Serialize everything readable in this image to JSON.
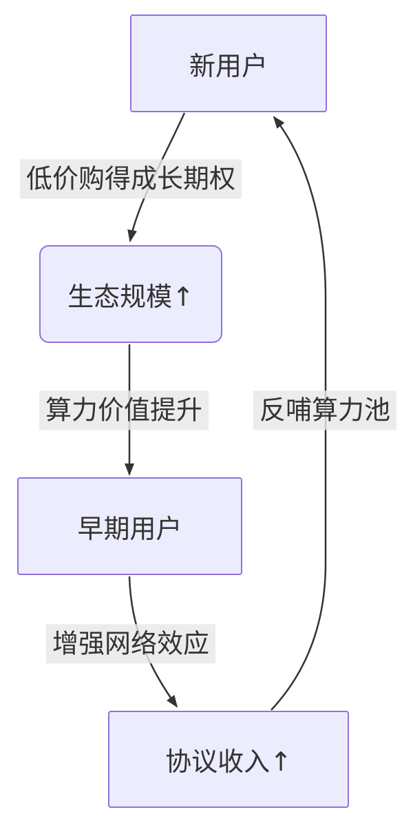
{
  "theme": {
    "background": "#ffffff",
    "node_fill": "#ECECFF",
    "node_border": "#9370DB",
    "edge_color": "#333333",
    "label_bg": "#e8e8e8",
    "text_color": "#333333"
  },
  "diagram": {
    "type": "flowchart",
    "direction": "top-down",
    "nodes": [
      {
        "id": "new-user",
        "label": "新用户",
        "shape": "rect"
      },
      {
        "id": "ecosystem-scale",
        "label": "生态规模↑",
        "shape": "rounded"
      },
      {
        "id": "early-users",
        "label": "早期用户",
        "shape": "rect"
      },
      {
        "id": "protocol-revenue",
        "label": "协议收入↑",
        "shape": "rect"
      }
    ],
    "edges": [
      {
        "from": "new-user",
        "to": "ecosystem-scale",
        "label": "低价购得成长期权"
      },
      {
        "from": "ecosystem-scale",
        "to": "early-users",
        "label": "算力价值提升"
      },
      {
        "from": "early-users",
        "to": "protocol-revenue",
        "label": "增强网络效应"
      },
      {
        "from": "protocol-revenue",
        "to": "new-user",
        "label": "反哺算力池"
      }
    ]
  }
}
